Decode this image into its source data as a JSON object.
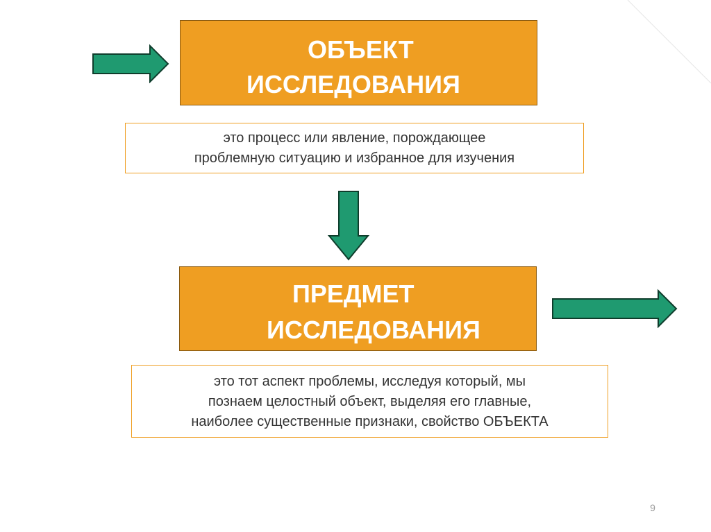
{
  "object_title": {
    "line1": "ОБЪЕКТ",
    "line2": "ИССЛЕДОВАНИЯ"
  },
  "object_description": {
    "line1": "это процесс или явление, порождающее",
    "line2": "проблемную ситуацию и избранное для изучения"
  },
  "subject_title": {
    "line1": "ПРЕДМЕТ",
    "line2": "ИССЛЕДОВАНИЯ"
  },
  "subject_description": {
    "line1": "это тот аспект проблемы, исследуя который, мы",
    "line2": "познаем целостный объект, выделяя его главные,",
    "line3": "наиболее существенные признаки, свойство ОБЪЕКТА"
  },
  "page_number": "9",
  "colors": {
    "box_fill": "#ef9e22",
    "arrow_fill": "#1f9a70",
    "arrow_stroke": "#0f3d2c",
    "text_white": "#ffffff",
    "text_dark": "#333333"
  },
  "icons": {
    "left_arrow": "arrow-right-icon",
    "down_arrow": "arrow-down-icon",
    "right_arrow": "arrow-right-icon"
  }
}
